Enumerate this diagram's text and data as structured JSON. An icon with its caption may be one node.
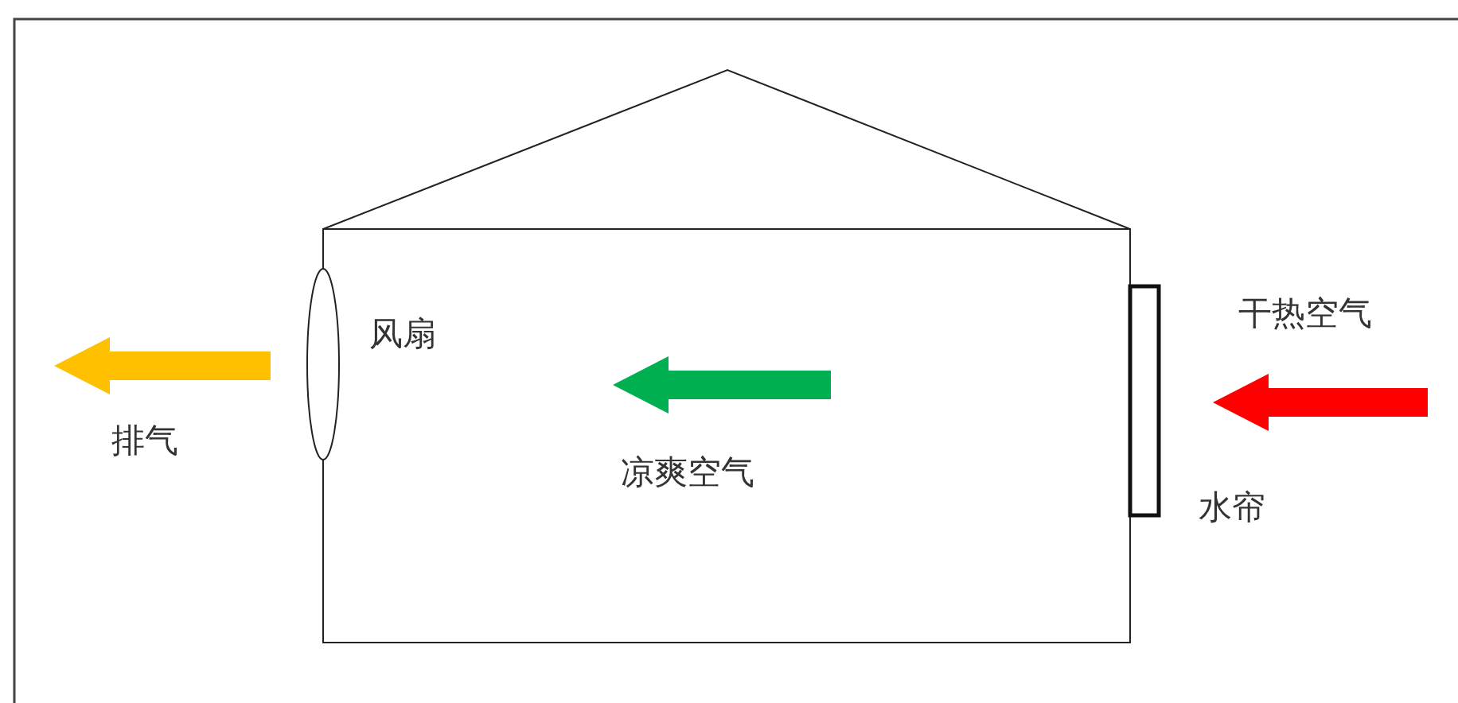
{
  "diagram": {
    "labels": [
      "干热空气",
      "风扇",
      "排气",
      "凉爽空气",
      "水帘"
    ]
  }
}
